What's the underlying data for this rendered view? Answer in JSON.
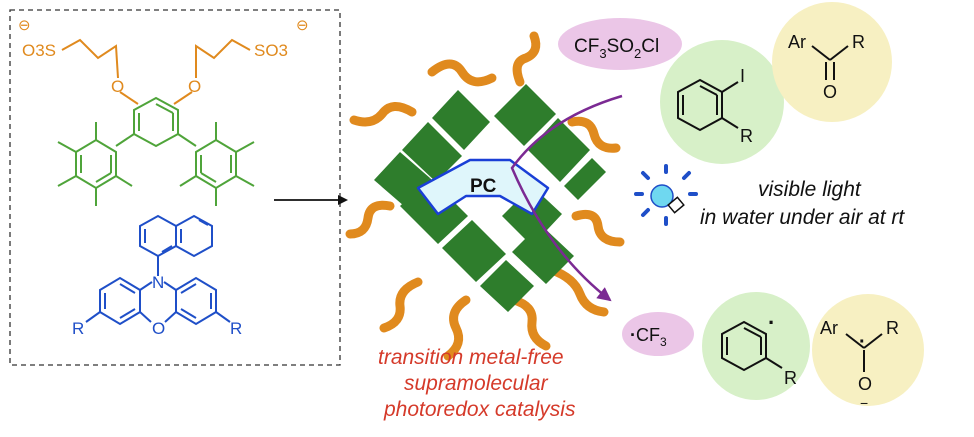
{
  "colors": {
    "orange": "#e08a1e",
    "green_chain": "#4fa43a",
    "blue_chain": "#1f4fc8",
    "dark_green": "#2e7d2c",
    "pc_fill": "#dff6fb",
    "pc_stroke": "#1a3fd6",
    "arrow_purple": "#7b2a93",
    "pink_bubble": "#ebc6e7",
    "green_bubble": "#d7f0c8",
    "yellow_bubble": "#f7f0c2",
    "red_text": "#d53a2a"
  },
  "left_structure": {
    "sulfonate_left": "O3S",
    "sulfonate_right": "SO3",
    "charge": "⊖",
    "oxygen": "O",
    "nitrogen": "N",
    "ring_oxygen": "O",
    "r_left": "R",
    "r_right": "R"
  },
  "catalyst": {
    "label": "PC"
  },
  "reagents": {
    "cf3so2cl": {
      "main": "CF",
      "sub1": "3",
      "mid": "SO",
      "sub2": "2",
      "end": "Cl"
    },
    "aryl_iodide": {
      "i": "I",
      "r": "R"
    },
    "ketone": {
      "ar": "Ar",
      "r": "R",
      "o": "O"
    }
  },
  "conditions": {
    "line1": "visible light",
    "line2": "in water under air at rt"
  },
  "products": {
    "cf3_radical": {
      "dot": "·",
      "main": "CF",
      "sub": "3"
    },
    "aryl_radical": {
      "dot": "·",
      "r": "R"
    },
    "ketyl_radical": {
      "ar": "Ar",
      "r": "R",
      "o": "O",
      "dot": "·",
      "minus": "−"
    }
  },
  "caption": {
    "line1": "transition metal-free",
    "line2": "supramolecular",
    "line3": "photoredox catalysis"
  }
}
